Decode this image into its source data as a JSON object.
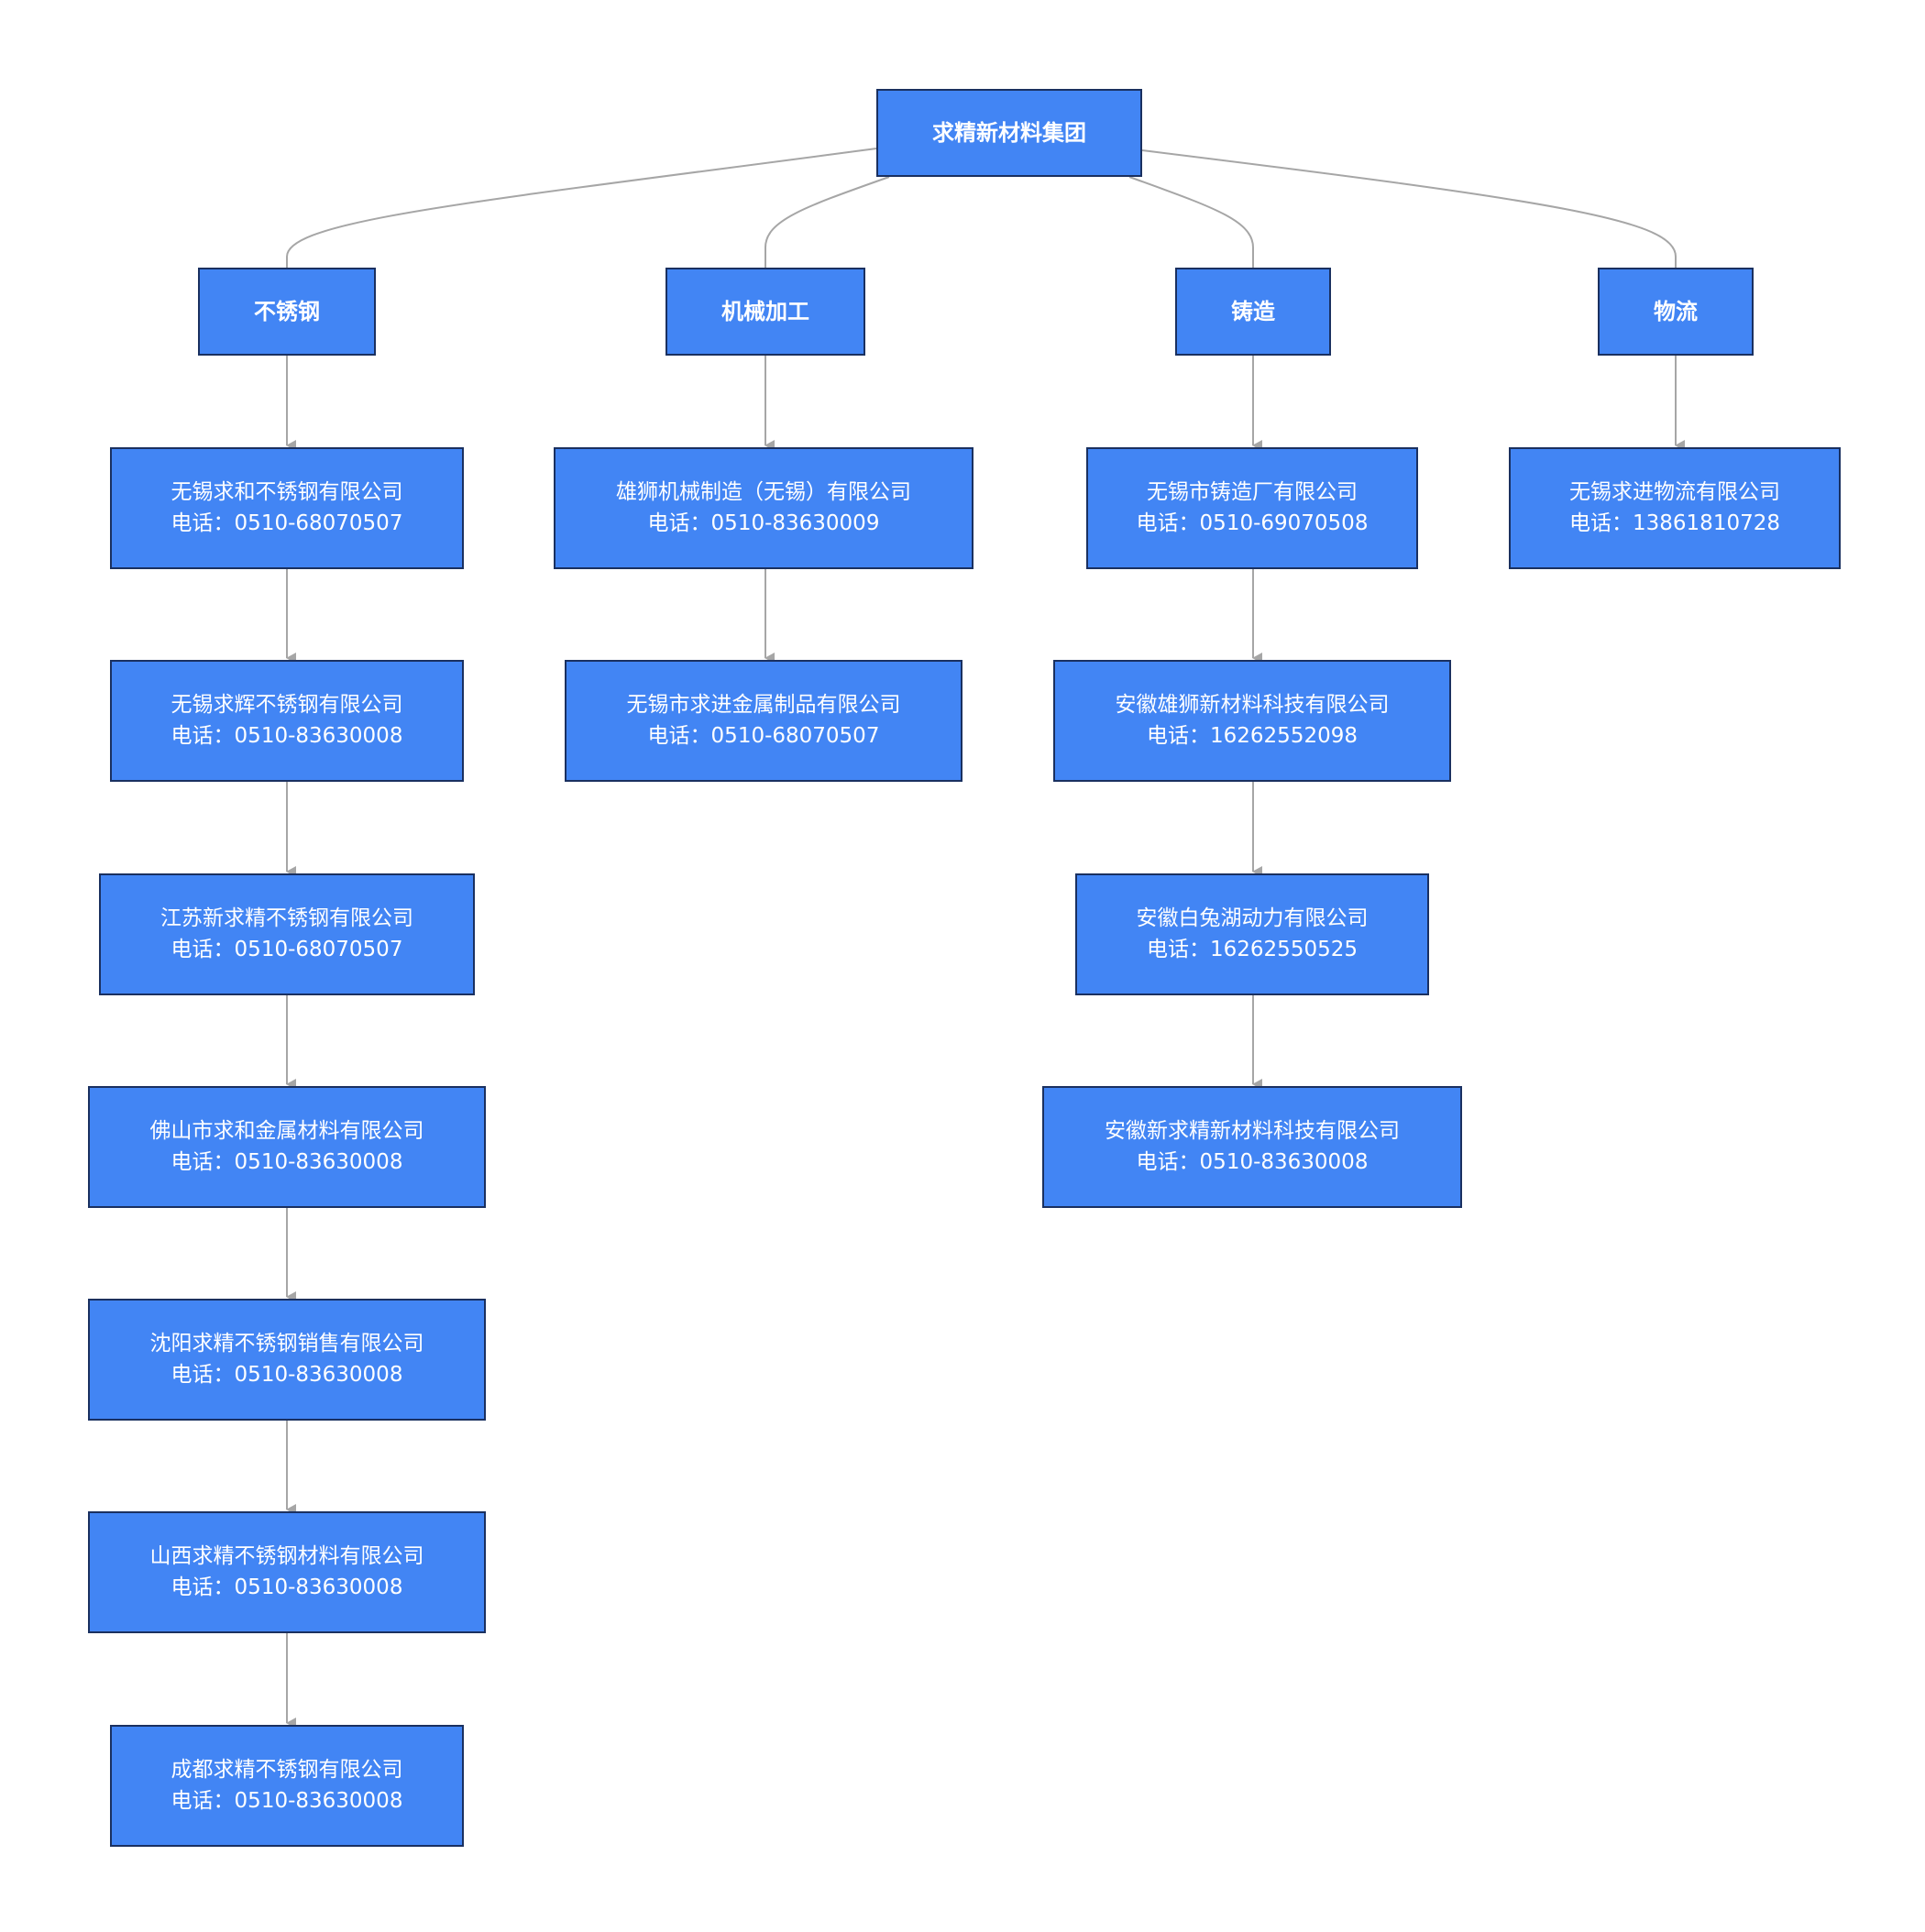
{
  "diagram": {
    "root": {
      "name": "求精新材料集团"
    },
    "categories": [
      {
        "name": "不锈钢",
        "companies": [
          {
            "name": "无锡求和不锈钢有限公司",
            "phone": "电话：0510-68070507"
          },
          {
            "name": "无锡求辉不锈钢有限公司",
            "phone": "电话：0510-83630008"
          },
          {
            "name": "江苏新求精不锈钢有限公司",
            "phone": "电话：0510-68070507"
          },
          {
            "name": "佛山市求和金属材料有限公司",
            "phone": "电话：0510-83630008"
          },
          {
            "name": "沈阳求精不锈钢销售有限公司",
            "phone": "电话：0510-83630008"
          },
          {
            "name": "山西求精不锈钢材料有限公司",
            "phone": "电话：0510-83630008"
          },
          {
            "name": "成都求精不锈钢有限公司",
            "phone": "电话：0510-83630008"
          }
        ]
      },
      {
        "name": "机械加工",
        "companies": [
          {
            "name": "雄狮机械制造（无锡）有限公司",
            "phone": "电话：0510-83630009"
          },
          {
            "name": "无锡市求进金属制品有限公司",
            "phone": "电话：0510-68070507"
          }
        ]
      },
      {
        "name": "铸造",
        "companies": [
          {
            "name": "无锡市铸造厂有限公司",
            "phone": "电话：0510-69070508"
          },
          {
            "name": "安徽雄狮新材料科技有限公司",
            "phone": "电话：16262552098"
          },
          {
            "name": "安徽白兔湖动力有限公司",
            "phone": "电话：16262550525"
          },
          {
            "name": "安徽新求精新材料科技有限公司",
            "phone": "电话：0510-83630008"
          }
        ]
      },
      {
        "name": "物流",
        "companies": [
          {
            "name": "无锡求进物流有限公司",
            "phone": "电话：13861810728"
          }
        ]
      }
    ]
  },
  "colors": {
    "node_fill": "#4285f4",
    "node_border": "#1a3060",
    "node_text": "#ffffff",
    "edge": "#a6a6a6"
  }
}
